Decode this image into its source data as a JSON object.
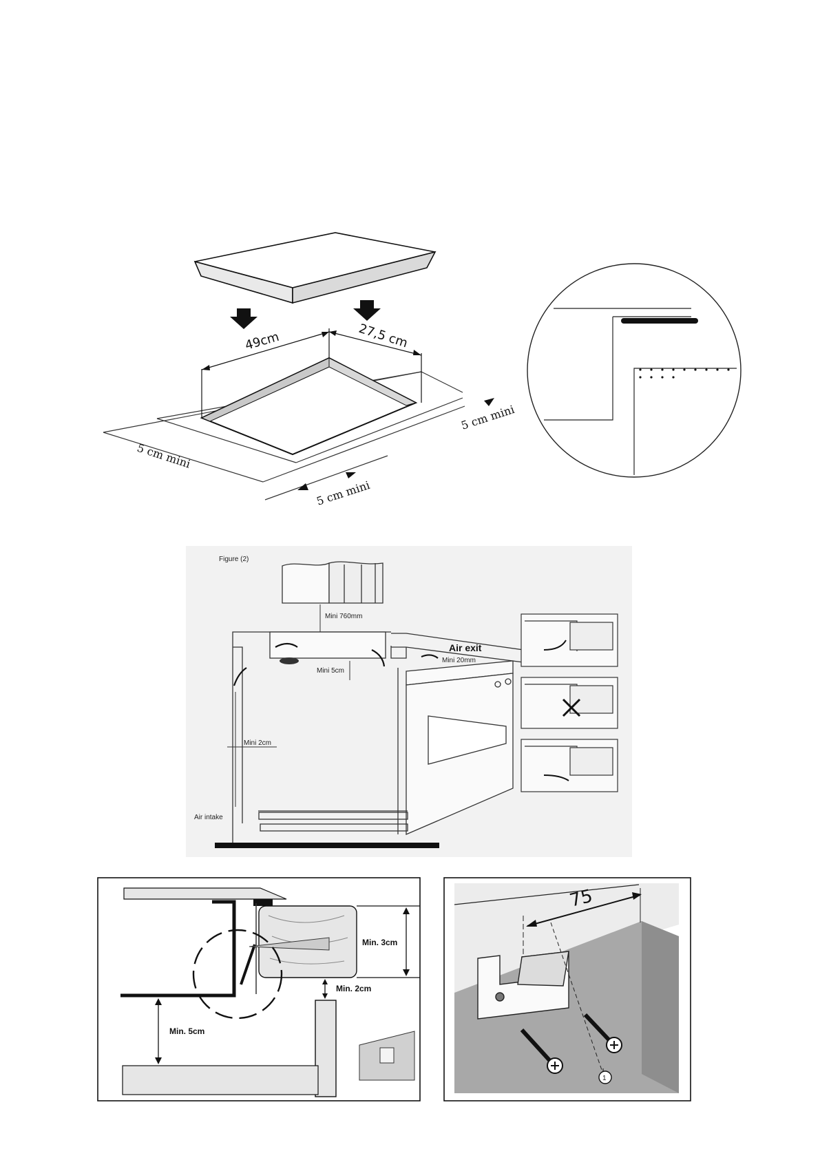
{
  "figure1": {
    "dim_width": "49cm",
    "dim_depth": "27,5 cm",
    "clearance_left": "5 cm mini",
    "clearance_front": "5 cm  mini",
    "clearance_right": "5 cm mini"
  },
  "figure2": {
    "title": "Figure (2)",
    "mini_hood": "Mini 760mm",
    "air_exit": "Air exit",
    "mini_20mm": "Mini 20mm",
    "mini_5cm": "Mini 5cm",
    "mini_2cm": "Mini 2cm",
    "air_intake": "Air intake"
  },
  "figure3": {
    "min_3cm": "Min. 3cm",
    "min_2cm": "Min. 2cm",
    "min_5cm": "Min. 5cm"
  },
  "figure4": {
    "dim_75": "75",
    "callout_1": "1"
  }
}
